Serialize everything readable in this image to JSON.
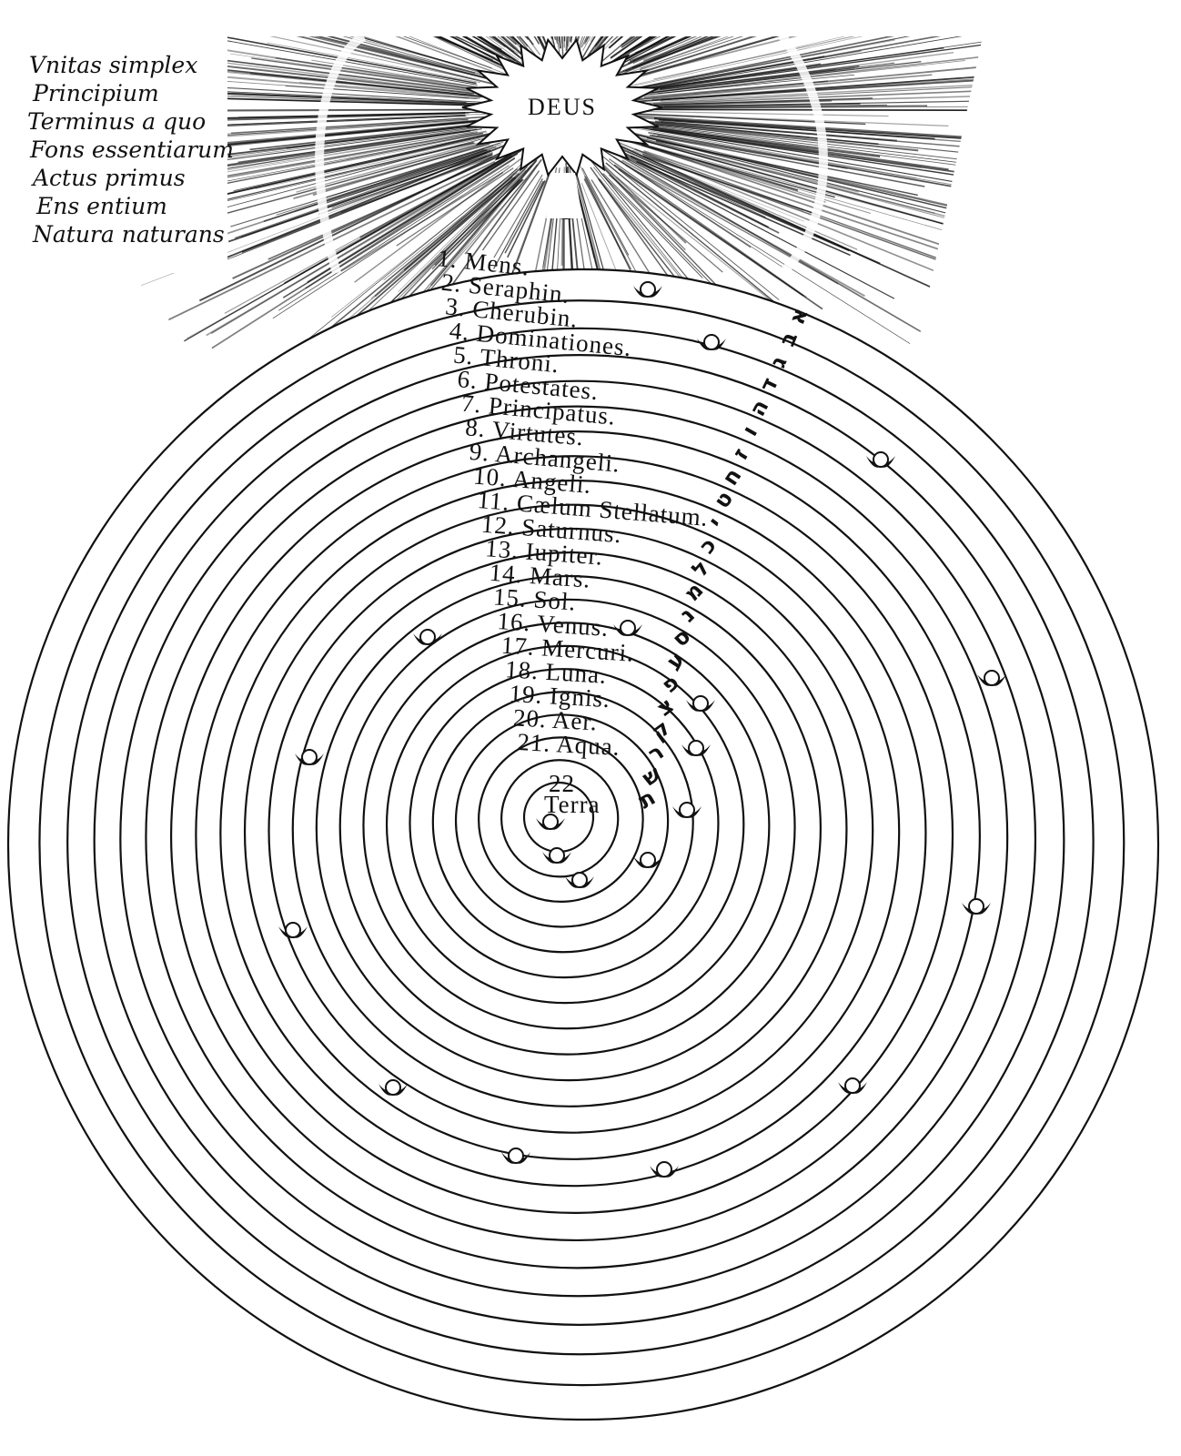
{
  "center_title": "DEUS",
  "divine_attributes": [
    "Vnitas simplex",
    "Principium",
    "Terminus a quo",
    "Fons essentiarum",
    "Actus primus",
    "Ens entium",
    "Natura naturans"
  ],
  "spheres": [
    "1. Mens.",
    "2. Seraphin.",
    "3. Cherubin.",
    "4. Dominationes.",
    "5. Throni.",
    "6. Potestates.",
    "7. Principatus.",
    "8. Virtutes.",
    "9. Archangeli.",
    "10. Angeli.",
    "11. Cælum Stellatum.",
    "12. Saturnus.",
    "13. Iupiter.",
    "14. Mars.",
    "15. Sol.",
    "16. Venus.",
    "17. Mercuri.",
    "18. Luna.",
    "19. Ignis.",
    "20. Aer.",
    "21. Aqua.",
    "22"
  ],
  "terra_label": "Terra",
  "hebrew_letters": [
    "א",
    "ב",
    "ג",
    "ד",
    "ה",
    "ו",
    "ז",
    "ח",
    "ט",
    "י",
    "כ",
    "ל",
    "מ",
    "נ",
    "ס",
    "ע",
    "פ",
    "צ",
    "ק",
    "ר",
    "ש",
    "ת"
  ],
  "colors": {
    "ink": "#111111",
    "paper": "#ffffff"
  }
}
